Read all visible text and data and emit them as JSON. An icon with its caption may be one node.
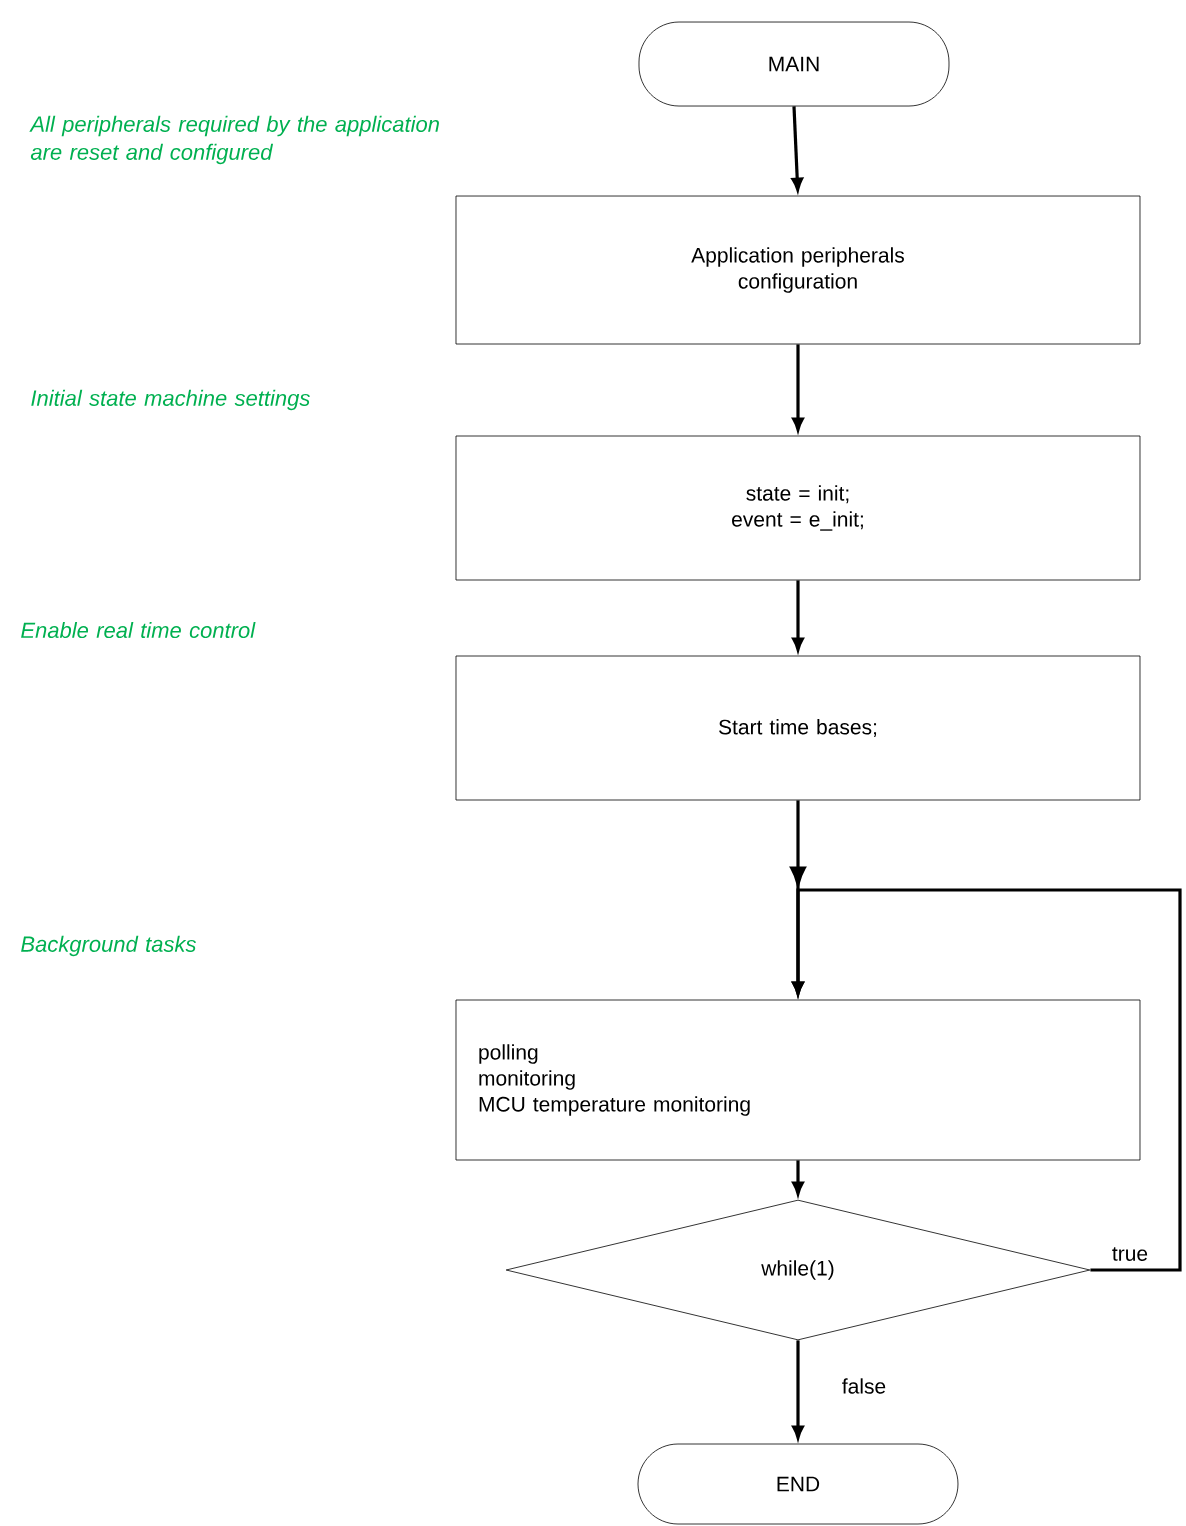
{
  "diagram": {
    "nodes": [
      {
        "text": [
          "MAIN"
        ]
      },
      {
        "text": [
          "Application peripherals configuration"
        ]
      },
      {
        "text": [
          "state = init; event = e_init;"
        ]
      },
      {
        "text": [
          "Start time bases;"
        ]
      },
      {
        "text": [
          "polling",
          "monitoring",
          "MCU temperature monitoring"
        ]
      },
      {
        "text": [
          "while(1)"
        ]
      },
      {
        "text": [
          "END"
        ]
      }
    ],
    "edges": [
      {
        "from": 0,
        "to": 1,
        "arrow": "to"
      },
      {
        "from": 1,
        "to": 2,
        "arrow": "to"
      },
      {
        "from": 2,
        "to": 3,
        "arrow": "to"
      },
      {
        "from": 3,
        "to": 4,
        "arrow": "to"
      },
      {
        "from": 4,
        "to": 5,
        "arrow": "to"
      },
      {
        "from": 5,
        "to": 4,
        "arrow": "to",
        "label": "true"
      },
      {
        "from": 5,
        "to": 6,
        "arrow": "to",
        "label": "false"
      }
    ],
    "labels": [
      "All peripherals required by the application  are reset and configured",
      "Initial state machine settings",
      "Enable real time control",
      "Background tasks"
    ]
  }
}
